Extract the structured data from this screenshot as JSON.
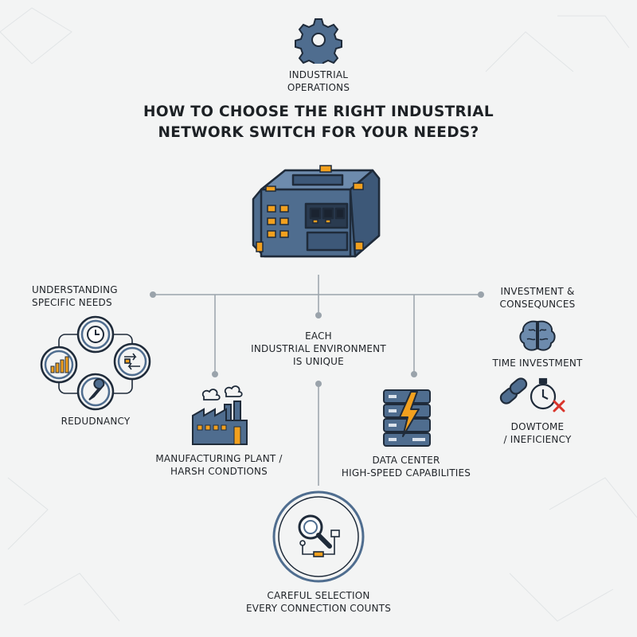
{
  "header": {
    "category_line1": "INDUSTRIAL",
    "category_line2": "OPERATIONS",
    "title_line1": "HOW TO CHOOSE THE RIGHT INDUSTRIAL",
    "title_line2": "NETWORK SWITCH FOR YOUR NEEDS?"
  },
  "left": {
    "heading_line1": "UNDERSTANDING",
    "heading_line2": "SPECIFIC NEEDS",
    "caption": "REDUDNANCY"
  },
  "center": {
    "line1": "EACH",
    "line2": "INDUSTRIAL ENVIRONMENT",
    "line3": "IS UNIQUE"
  },
  "right": {
    "heading_line1": "INVESTMENT &",
    "heading_line2": "CONSEQUNCES",
    "time_label": "TIME INVESTMENT",
    "downtime_line1": "DOWTOME",
    "downtime_line2": "/ INEFICIENCY"
  },
  "manufacturing": {
    "line1": "MANUFACTURING PLANT /",
    "line2": "HARSH CONDTIONS"
  },
  "datacenter": {
    "line1": "DATA CENTER",
    "line2": "HIGH-SPEED CAPABILITIES"
  },
  "bottom": {
    "line1": "CAREFUL SELECTION",
    "line2": "EVERY CONNECTION COUNTS"
  },
  "colors": {
    "slate_blue": "#4f6d8f",
    "dark_outline": "#1f2b3a",
    "accent_orange": "#f2a01e",
    "alert_red": "#d9342b",
    "line_gray": "#9aa3ab"
  },
  "icons": [
    "gear-icon",
    "network-switch-icon",
    "clock-icon",
    "bar-chart-icon",
    "swap-arrows-icon",
    "wrench-icon",
    "factory-icon",
    "server-rack-icon",
    "lightning-icon",
    "brain-icon",
    "chain-link-icon",
    "stopwatch-icon",
    "x-mark-icon",
    "magnifier-icon",
    "flow-diagram-icon"
  ]
}
